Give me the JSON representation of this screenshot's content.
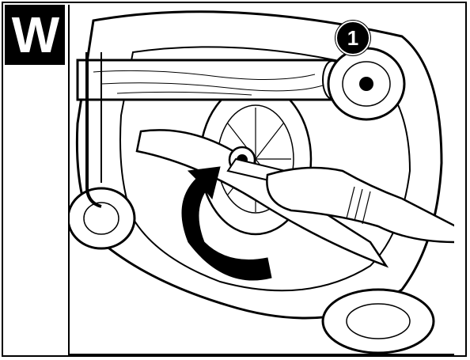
{
  "step": {
    "letter": "W"
  },
  "callout": {
    "number": "1"
  },
  "illustration": {
    "subject": "mower-underside-blade-removal",
    "colors": {
      "line": "#000000",
      "fill": "#ffffff"
    }
  }
}
